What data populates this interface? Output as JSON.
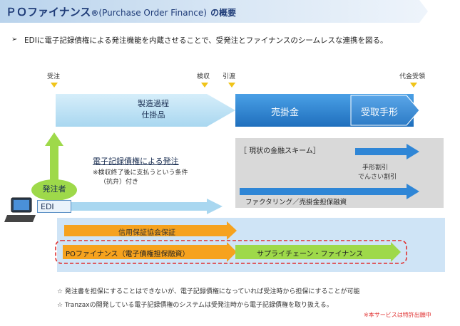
{
  "title": {
    "main": "ＰＯファイナンス",
    "reg": "®",
    "sub": "(Purchase Order Finance)",
    "suffix": "の概要"
  },
  "intro": {
    "mark": "➢",
    "text": "EDIに電子記録債権による発注機能を内蔵させることで、受発注とファイナンスのシームレスな連携を図る。"
  },
  "milestones": [
    "受注",
    "検収",
    "引渡",
    "代金受領"
  ],
  "phases": {
    "manufacturing_line1": "製造過程",
    "manufacturing_line2": "仕掛品",
    "receivable": "売掛金",
    "note_receipt": "受取手形"
  },
  "order": {
    "heading": "電子記録債権による発注",
    "note_line1": "※検収終了後に支払うという条件",
    "note_line2": "（抗弁）付き"
  },
  "orderer": {
    "label": "発注者",
    "edi": "EDI"
  },
  "current_scheme": {
    "heading": "［ 現状の金融スキーム］",
    "discount_line1": "手形割引",
    "discount_line2": "でんさい割引",
    "factoring": "ファクタリング／売掛金担保融資"
  },
  "lower": {
    "credit_guarantee": "信用保証協会保証",
    "po_finance": "POファイナンス（電子債権担保融資）",
    "supply_chain": "サプライチェーン・ファイナンス"
  },
  "notes": [
    "☆ 発注書を担保にすることはできないが、電子記録債権になっていれば受注時から担保にすることが可能",
    "☆ Tranzaxの開発している電子記録債権のシステムは受発注時から電子記録債権を取り扱える。"
  ],
  "footnote": "※本サービスは特許出願中",
  "colors": {
    "title_text": "#1f3c78",
    "manufacturing": "#bfe3f5",
    "receivable": "#2f86d6",
    "note_receipt": "#3f8fd8",
    "green": "#9ed94a",
    "orange": "#f6a21e",
    "red_dash": "#e03030",
    "scheme_gray": "#d9d9d9",
    "lower_panel": "#cfe4f6",
    "footnote": "#e03030"
  }
}
